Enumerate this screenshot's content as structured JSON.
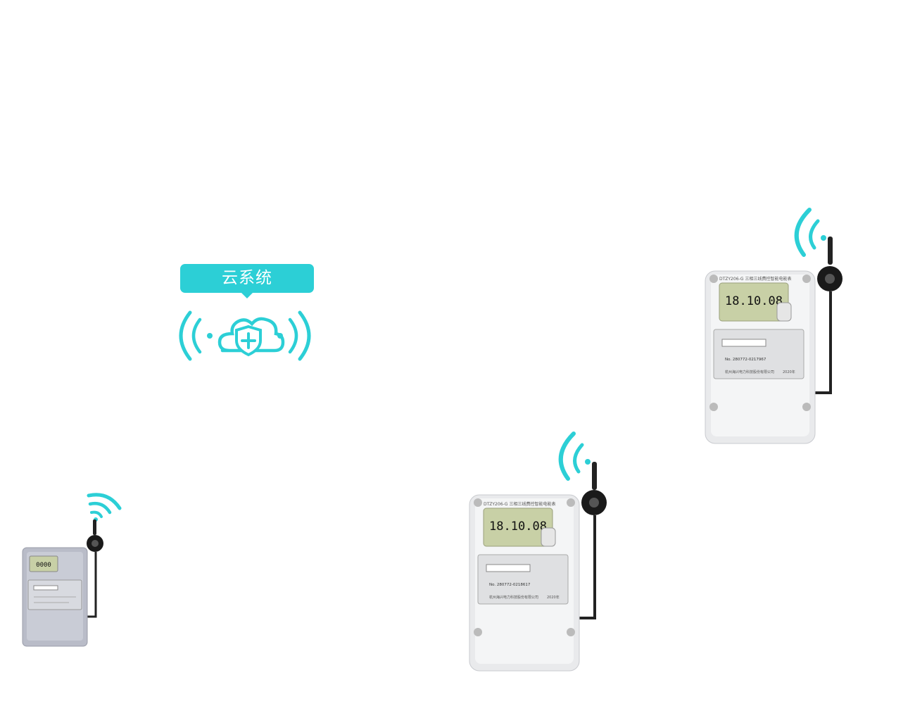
{
  "cloud": {
    "label": "云系统",
    "icon": "cloud-shield-wireless-icon",
    "accent_color": "#2ccfd6"
  },
  "meters": [
    {
      "model": "DTZY206-G 三相三线费控智能电能表",
      "display_reading": "18.10.08",
      "serial": "No. 280772-0217967",
      "maker": "杭州海兴电力科技股份有限公司",
      "year": "2020年"
    },
    {
      "model": "DTZY206-G 三相三线费控智能电能表",
      "display_reading": "18.10.08",
      "serial": "No. 280772-0218617",
      "maker": "杭州海兴电力科技股份有限公司",
      "year": "2020年"
    },
    {
      "display_reading": "0000"
    }
  ]
}
